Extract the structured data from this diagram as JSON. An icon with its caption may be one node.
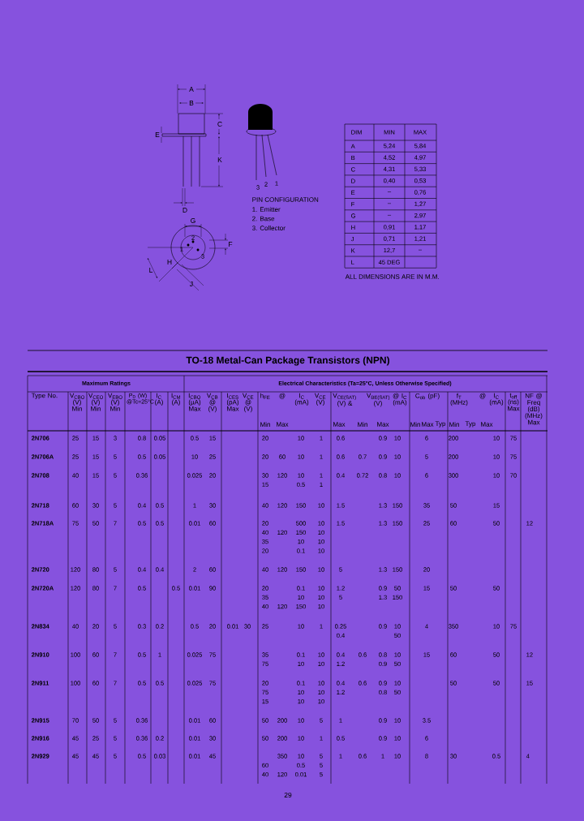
{
  "diagram": {
    "title": "TO-18 Metal-Can Package Transistors (NPN)",
    "labels": [
      "A",
      "B",
      "C",
      "E",
      "K",
      "D",
      "3",
      "2",
      "1",
      "PIN CONFIGURATION",
      "1. Emitter",
      "2. Base",
      "3. Collector",
      "G",
      "2",
      "1",
      "3",
      "F",
      "H",
      "L",
      "J",
      "DIM",
      "MIN",
      "MAX",
      "A",
      "5,24",
      "5,84",
      "B",
      "4,52",
      "4,97",
      "C",
      "4,31",
      "5,33",
      "D",
      "0,40",
      "0,53",
      "E",
      "–",
      "0,76",
      "F",
      "–",
      "1,27",
      "G",
      "–",
      "2,97",
      "H",
      "0,91",
      "1,17",
      "J",
      "0,71",
      "1,21",
      "K",
      "12,7",
      "–",
      "L",
      "45 DEG",
      "ALL DIMENSIONS ARE IN M.M.",
      "Maximum Ratings",
      "Electrical Characteristics (Ta=25°C, Unless Otherwise Specified)",
      "Type No.",
      "V$_{CBO}$ (V) Min",
      "V$_{CEO}$ (V) Min",
      "V$_{EBO}$ (V) Min",
      "P$_{D}$ (W) @Tc=25°C",
      "I$_{C}$ (A)",
      "I$_{CM}$ (A)",
      "I$_{CBO}$ (µA) Max",
      "V$_{CB}$ @ (V)",
      "I$_{CES}$ (pA) Max",
      "V$_{CE}$ @ (V)",
      "h$_{FE}$",
      "@",
      "I$_{C}$ (mA)",
      "V$_{CE}$ (V)",
      "V$_{CE(SAT)}$ (V) &",
      "V$_{BE(SAT)}$ (V)",
      "@ I$_{C}$ (mA)",
      "C$_{ob}$ (pF)",
      "f$_{T}$ (MHz)",
      "@",
      "I$_{C}$ (mA)",
      "t$_{off}$ (ns) Max",
      "NF @ Freq (dB) (MHz) Max",
      "Min",
      "Max",
      "Max",
      "Min",
      "Max",
      "Min",
      "Max",
      "Typ",
      "Min",
      "Typ",
      "Max",
      "2N706",
      "25",
      "15",
      "3",
      "0.8",
      "0.05",
      "0.5",
      "15",
      "20",
      "10",
      "1",
      "0.6",
      "0.9",
      "10",
      "6",
      "200",
      "10",
      "75",
      "2N706A",
      "25",
      "15",
      "5",
      "0.5",
      "0.05",
      "10",
      "25",
      "20",
      "60",
      "10",
      "1",
      "0.6",
      "0.7",
      "0.9",
      "10",
      "5",
      "200",
      "10",
      "75",
      "2N708",
      "40",
      "15",
      "5",
      "0.36",
      "0.025",
      "20",
      "30",
      "120",
      "10",
      "1",
      "0.4",
      "0.72",
      "0.8",
      "10",
      "6",
      "300",
      "10",
      "70",
      "15",
      "0.5",
      "1",
      "2N718",
      "60",
      "30",
      "5",
      "0.4",
      "0.5",
      "1",
      "30",
      "40",
      "120",
      "150",
      "10",
      "1.5",
      "1.3",
      "150",
      "35",
      "50",
      "15",
      "2N718A",
      "75",
      "50",
      "7",
      "0.5",
      "0.5",
      "0.01",
      "60",
      "20",
      "500",
      "10",
      "1.5",
      "1.3",
      "150",
      "25",
      "60",
      "50",
      "12",
      "40",
      "120",
      "150",
      "10",
      "35",
      "10",
      "10",
      "20",
      "0.1",
      "10",
      "2N720",
      "120",
      "80",
      "5",
      "0.4",
      "0.4",
      "2",
      "60",
      "40",
      "120",
      "150",
      "10",
      "5",
      "1.3",
      "150",
      "20",
      "2N720A",
      "120",
      "80",
      "7",
      "0.5",
      "0.5",
      "0.01",
      "90",
      "20",
      "0.1",
      "10",
      "1.2",
      "0.9",
      "50",
      "15",
      "50",
      "50",
      "35",
      "10",
      "10",
      "5",
      "1.3",
      "150",
      "40",
      "120",
      "150",
      "10",
      "2N834",
      "40",
      "20",
      "5",
      "0.3",
      "0.2",
      "0.5",
      "20",
      "0.01",
      "30",
      "25",
      "10",
      "1",
      "0.25",
      "0.9",
      "10",
      "4",
      "350",
      "10",
      "75",
      "0.4",
      "50",
      "2N910",
      "100",
      "60",
      "7",
      "0.5",
      "1",
      "0.025",
      "75",
      "35",
      "0.1",
      "10",
      "0.4",
      "0.6",
      "0.8",
      "10",
      "15",
      "60",
      "50",
      "12",
      "75",
      "10",
      "10",
      "1.2",
      "0.9",
      "50",
      "2N911",
      "100",
      "60",
      "7",
      "0.5",
      "0.5",
      "0.025",
      "75",
      "20",
      "0.1",
      "10",
      "0.4",
      "0.6",
      "0.9",
      "10",
      "50",
      "50",
      "15",
      "75",
      "10",
      "10",
      "1.2",
      "0.8",
      "50",
      "15",
      "10",
      "10",
      "2N915",
      "70",
      "50",
      "5",
      "0.36",
      "0.01",
      "60",
      "50",
      "200",
      "10",
      "5",
      "1",
      "0.9",
      "10",
      "3.5",
      "2N916",
      "45",
      "25",
      "5",
      "0.36",
      "0.2",
      "0.01",
      "30",
      "50",
      "200",
      "10",
      "1",
      "0.5",
      "0.9",
      "10",
      "6",
      "2N929",
      "45",
      "45",
      "5",
      "0.5",
      "0.03",
      "0.01",
      "45",
      "350",
      "10",
      "5",
      "1",
      "0.6",
      "1",
      "10",
      "8",
      "30",
      "0.5",
      "4",
      "60",
      "0.5",
      "5",
      "40",
      "120",
      "0.01",
      "5",
      "29"
    ]
  }
}
